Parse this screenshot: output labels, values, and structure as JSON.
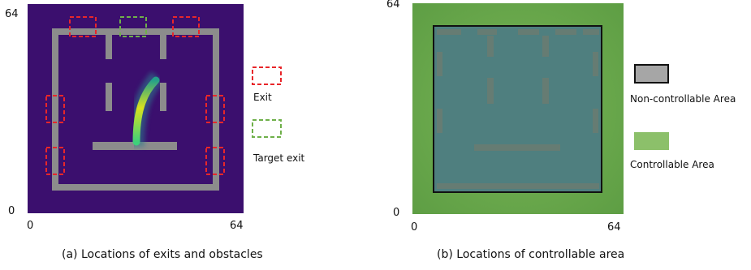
{
  "panel_a": {
    "ticks": {
      "y_top": "64",
      "y_bottom": "0",
      "x_left": "0",
      "x_right": "64"
    },
    "legend": {
      "exit_label": "Exit",
      "target_label": "Target exit",
      "exit_color": "#e8262a",
      "target_color": "#6fb04a"
    },
    "caption": "(a) Locations of exits and obstacles",
    "colors": {
      "background": "#3b0f6e",
      "wall": "#8c8c8c"
    }
  },
  "panel_b": {
    "ticks": {
      "y_top": "64",
      "y_bottom": "0",
      "x_left": "0",
      "x_right": "64"
    },
    "legend": {
      "noncontrol_label": "Non-controllable Area",
      "control_label": "Controllable Area",
      "noncontrol_color": "#a6a6a6",
      "control_color": "#8cc06a"
    },
    "caption": "(b) Locations of controllable area",
    "colors": {
      "outer": "#6aaa4a",
      "inner": "#4f7f7f"
    }
  }
}
